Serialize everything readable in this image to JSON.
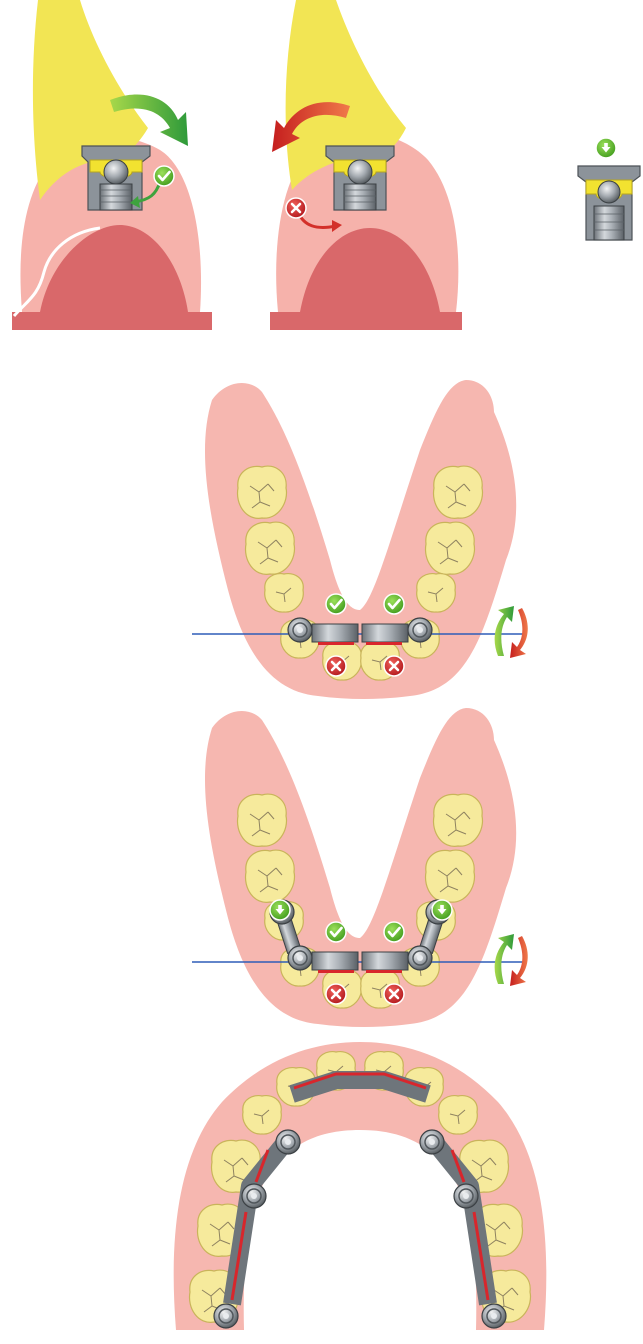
{
  "colors": {
    "gum": "#f6b7b0",
    "gum_dark": "#e98a84",
    "model": "#d9686a",
    "tooth": "#f3e78f",
    "tooth_yellow": "#f2e24a",
    "metal": "#9aa0a6",
    "metal_dark": "#5d6369",
    "bar_red": "#d8262c",
    "arrow_green": "#3ea33e",
    "arrow_red": "#d3302a",
    "ok_green": "#5cb82e",
    "bad_red": "#d6262b",
    "line_blue": "#2f5db8"
  },
  "icons": {
    "ok": "check-icon",
    "bad": "cross-icon",
    "down": "down-arrow-icon",
    "rotate_ok": "green-curved-arrow-icon",
    "rotate_bad": "red-curved-arrow-icon"
  },
  "panels": [
    {
      "id": "cross-section-correct",
      "verdict": "correct"
    },
    {
      "id": "cross-section-incorrect",
      "verdict": "incorrect"
    },
    {
      "id": "attachment-detail"
    },
    {
      "id": "arch-two-implants"
    },
    {
      "id": "arch-four-implants"
    },
    {
      "id": "arch-full-bar"
    }
  ]
}
